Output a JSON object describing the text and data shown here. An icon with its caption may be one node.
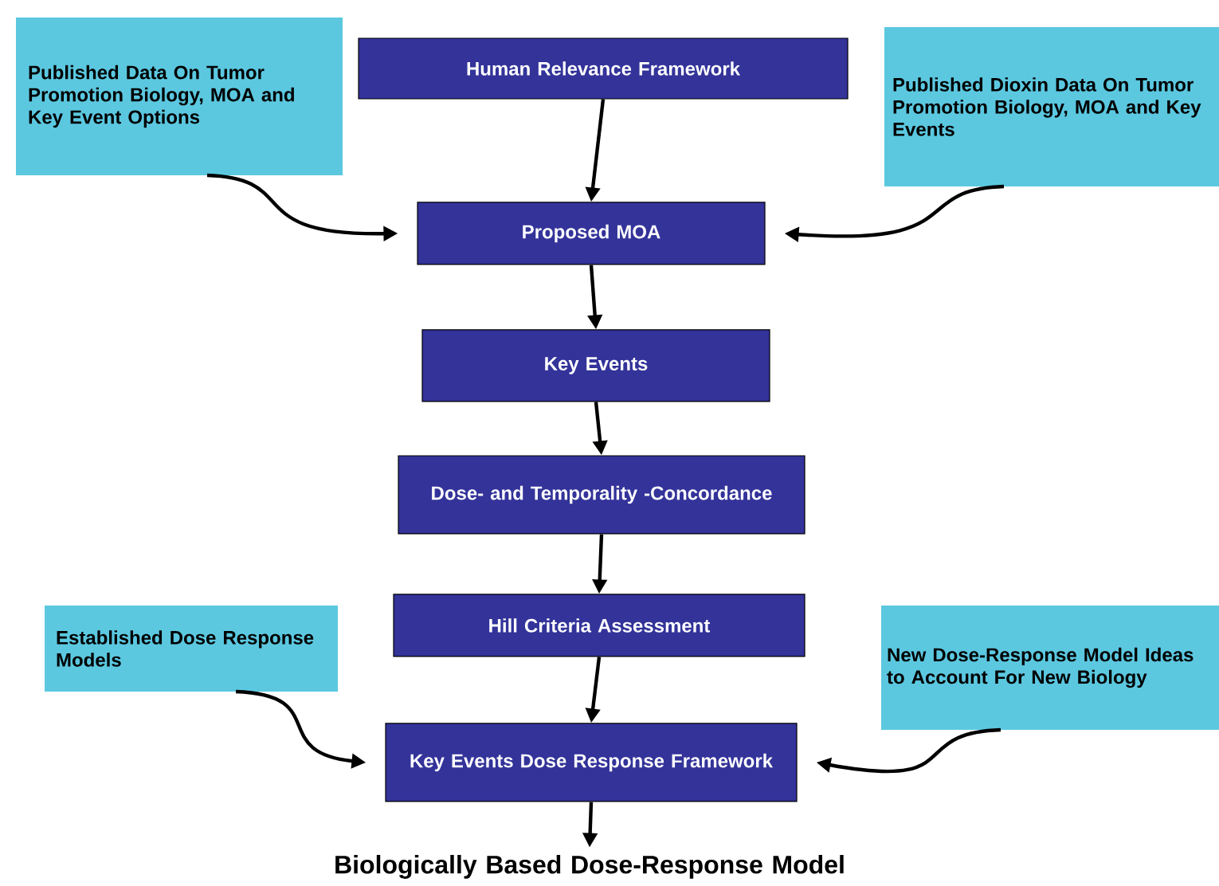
{
  "diagram": {
    "nodes": [
      {
        "text": [
          "Published Data On Tumor Promotion Biology, MOA and Key Event Options"
        ]
      },
      {
        "text": [
          "Human Relevance Framework"
        ]
      },
      {
        "text": [
          "Published Dioxin Data On Tumor Promotion Biology, MOA and Key Events"
        ]
      },
      {
        "text": [
          "Proposed MOA"
        ]
      },
      {
        "text": [
          "Key Events"
        ]
      },
      {
        "text": [
          "Dose- and Temporality -Concordance"
        ]
      },
      {
        "text": [
          "Hill Criteria Assessment"
        ]
      },
      {
        "text": [
          "Established Dose Response Models"
        ]
      },
      {
        "text": [
          "New Dose-Response Model Ideas to Account For New Biology"
        ]
      },
      {
        "text": [
          "Key Events Dose Response Framework"
        ]
      },
      {
        "text": [
          "Biologically Based Dose-Response Model"
        ]
      }
    ],
    "edges": [
      {
        "from": 1,
        "to": 3,
        "arrow": "to"
      },
      {
        "from": 0,
        "to": 3,
        "arrow": "to"
      },
      {
        "from": 2,
        "to": 3,
        "arrow": "to"
      },
      {
        "from": 3,
        "to": 4,
        "arrow": "to"
      },
      {
        "from": 4,
        "to": 5,
        "arrow": "to"
      },
      {
        "from": 5,
        "to": 6,
        "arrow": "to"
      },
      {
        "from": 6,
        "to": 9,
        "arrow": "to"
      },
      {
        "from": 7,
        "to": 9,
        "arrow": "to"
      },
      {
        "from": 8,
        "to": 9,
        "arrow": "to"
      },
      {
        "from": 9,
        "to": 10,
        "arrow": "to"
      }
    ]
  }
}
